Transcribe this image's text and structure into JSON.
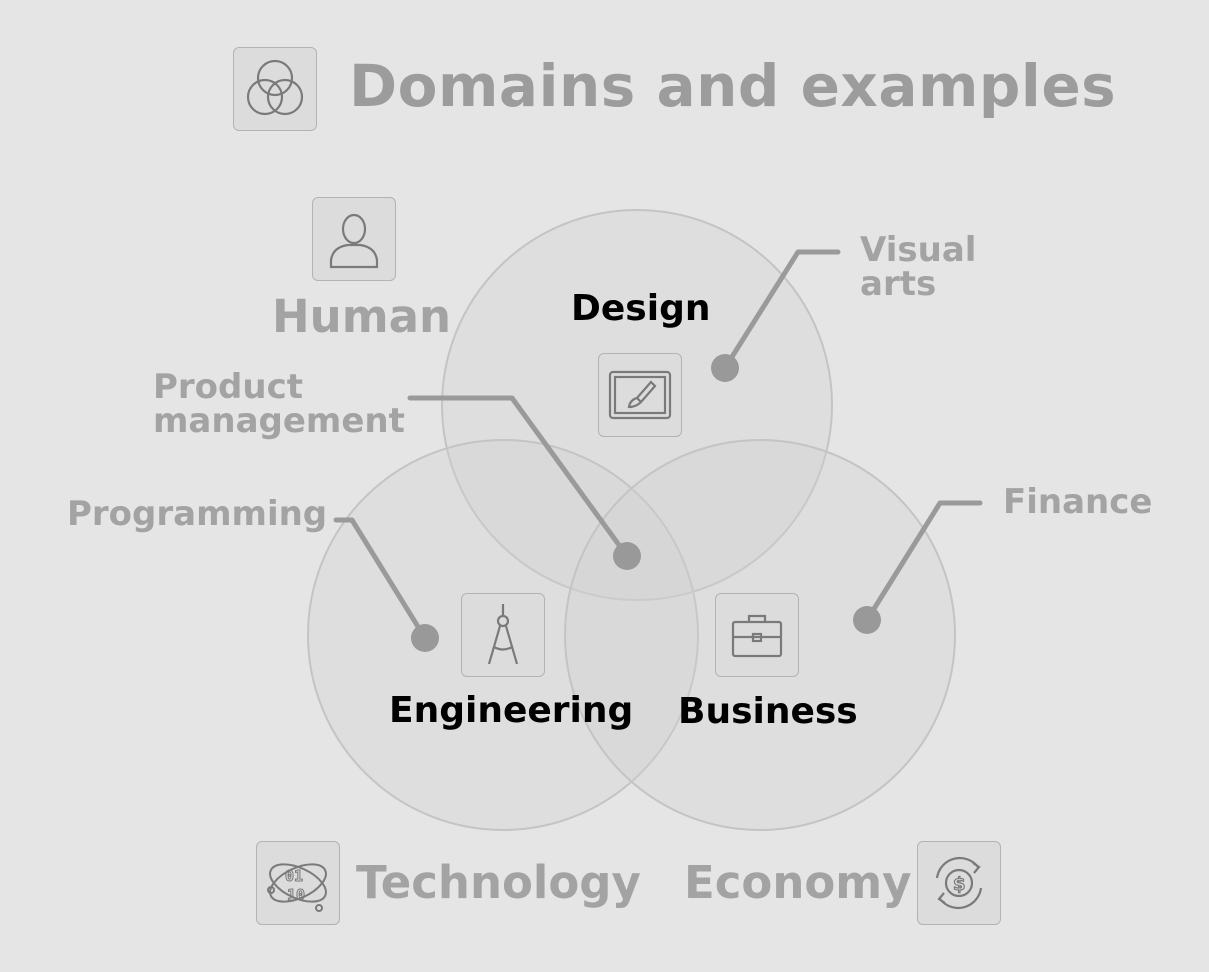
{
  "title": "Domains and examples",
  "categories": {
    "human": "Human",
    "technology": "Technology",
    "economy": "Economy"
  },
  "domains": {
    "design": "Design",
    "engineering": "Engineering",
    "business": "Business"
  },
  "examples": {
    "visual_arts_line1": "Visual",
    "visual_arts_line2": "arts",
    "product_management_line1": "Product",
    "product_management_line2": "management",
    "programming": "Programming",
    "finance": "Finance"
  },
  "icons": {
    "title": "venn-diagram-icon",
    "human": "person-icon",
    "design": "drawing-tablet-icon",
    "engineering": "compass-icon",
    "business": "briefcase-icon",
    "technology": "binary-atom-icon",
    "economy": "currency-exchange-icon"
  },
  "colors": {
    "background": "#e5e5e5",
    "circle_fill": "#dcdcdc",
    "circle_stroke": "#c4c4c4",
    "leader": "#9a9a9a",
    "muted_text": "#a3a3a3",
    "domain_text": "#000000"
  }
}
